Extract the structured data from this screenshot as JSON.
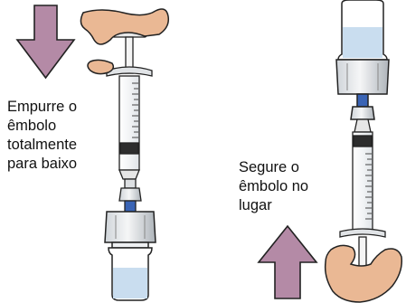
{
  "left_panel": {
    "instruction_lines": [
      "Empurre o",
      "êmbolo",
      "totalmente",
      "para baixo"
    ],
    "arrow_direction": "down"
  },
  "right_panel": {
    "instruction_lines": [
      "Segure o",
      "êmbolo no",
      "lugar"
    ],
    "arrow_direction": "up"
  },
  "colors": {
    "arrow_fill": "#b48aa6",
    "skin": "#eab894",
    "vial_liquid": "#c9ddef",
    "cap_blue": "#3a64b5",
    "outline": "#222222"
  }
}
